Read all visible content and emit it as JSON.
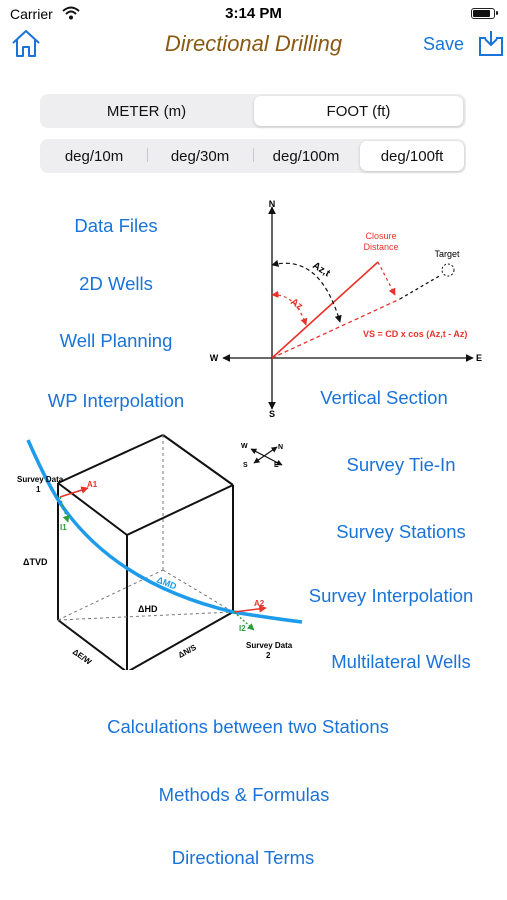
{
  "status_bar": {
    "carrier": "Carrier",
    "time": "3:14 PM"
  },
  "nav": {
    "title": "Directional Drilling",
    "save_label": "Save"
  },
  "units": {
    "options": [
      "METER (m)",
      "FOOT (ft)"
    ],
    "selected": "FOOT (ft)"
  },
  "dogleg": {
    "options": [
      "deg/10m",
      "deg/30m",
      "deg/100m",
      "deg/100ft"
    ],
    "selected": "deg/100ft"
  },
  "menu_left": [
    "Data Files",
    "2D Wells",
    "Well Planning",
    "WP Interpolation"
  ],
  "menu_right": [
    "Vertical Section",
    "Survey Tie-In",
    "Survey Stations",
    "Survey Interpolation",
    "Multilateral Wells"
  ],
  "menu_bottom": [
    "Calculations between two Stations",
    "Methods & Formulas",
    "Directional Terms"
  ],
  "diagram_vs": {
    "north": "N",
    "south": "S",
    "east": "E",
    "west": "W",
    "closure": "Closure",
    "distance": "Distance",
    "target": "Target",
    "azt": "Az,t",
    "az": "Az",
    "formula": "VS = CD x cos (Az,t - Az)"
  },
  "diagram_3d": {
    "survey1": "Survey Data",
    "survey1_num": "1",
    "survey2": "Survey Data",
    "survey2_num": "2",
    "a1": "A1",
    "i1": "I1",
    "a2": "A2",
    "i2": "I2",
    "tvd": "ΔTVD",
    "md": "ΔMD",
    "hd": "ΔHD",
    "ew": "ΔE/W",
    "ns": "ΔN/S",
    "cw": "W",
    "cn": "N",
    "cs": "S",
    "ce": "E"
  },
  "colors": {
    "accent": "#1a73d8",
    "title": "#8a5a12",
    "diagram_red": "#e8332a",
    "diagram_blue": "#1e9bea",
    "diagram_green": "#2e9d3a"
  }
}
